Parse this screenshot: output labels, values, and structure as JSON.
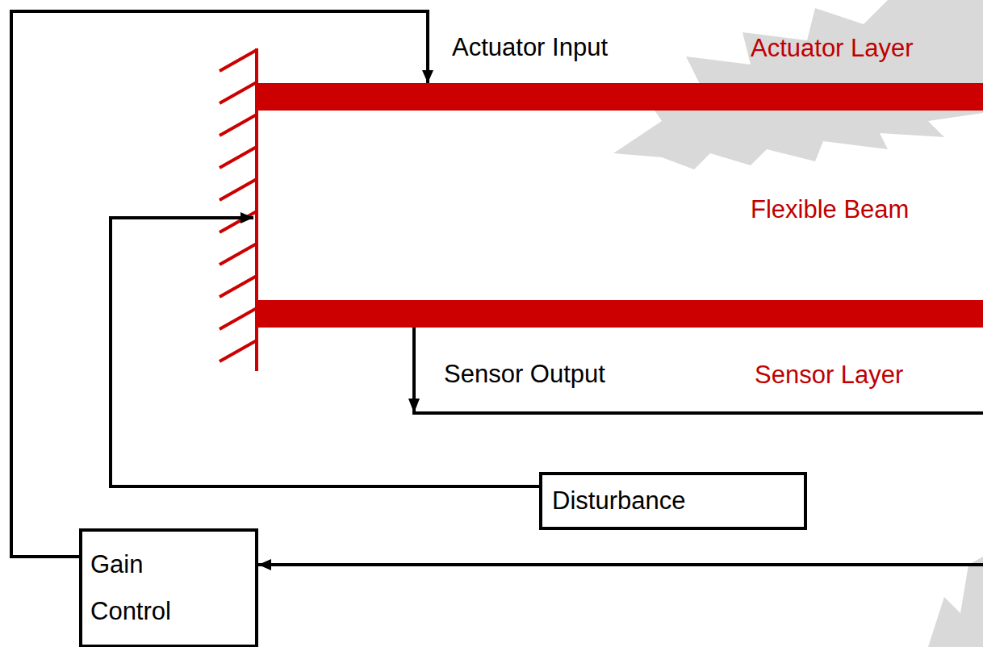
{
  "diagram": {
    "nodes": [
      {
        "text": [
          "Actuator Layer"
        ]
      },
      {
        "text": [
          "Sensor Layer"
        ]
      },
      {
        "text": [
          "Disturbance"
        ]
      },
      {
        "text": [
          "Gain Control"
        ]
      }
    ],
    "edges": [
      {
        "from": 1,
        "to": 3,
        "arrow": "to",
        "label": "Sensor Output"
      },
      {
        "from": 3,
        "to": 0,
        "arrow": "to",
        "label": "Actuator Input"
      }
    ],
    "labels": [
      "Flexible Beam"
    ]
  }
}
